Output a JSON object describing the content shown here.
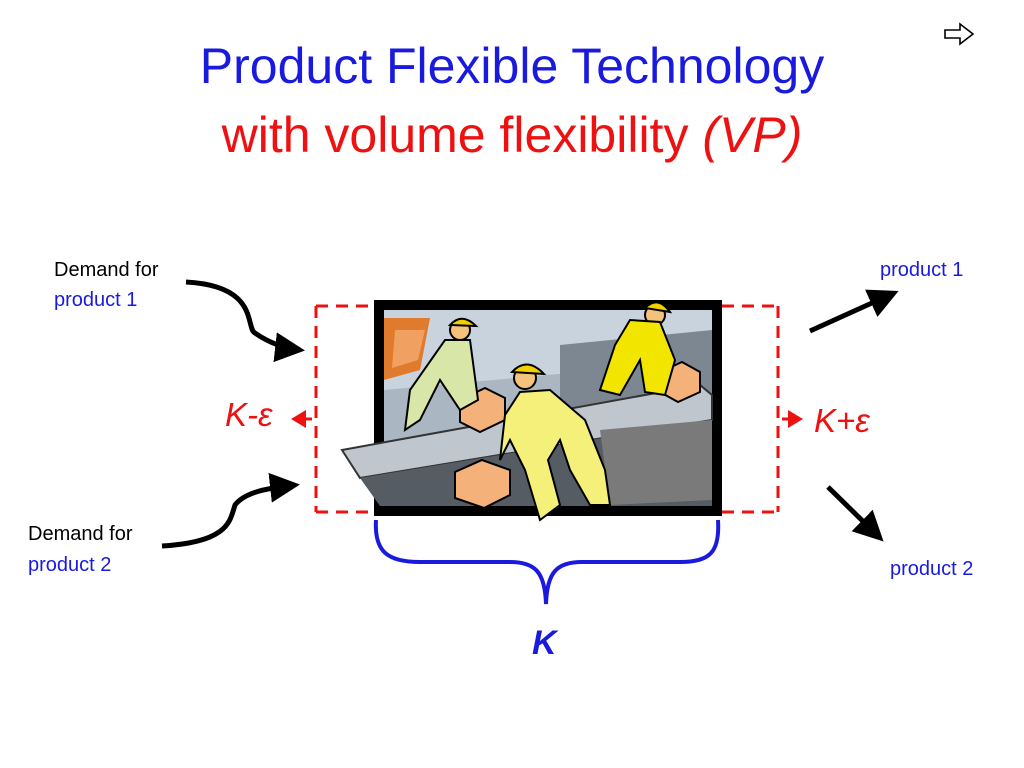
{
  "slide": {
    "title_line1": "Product Flexible Technology",
    "title_line2_prefix": "with volume flexibility",
    "title_line2_emphasis": "(VP)"
  },
  "inputs": {
    "demand1_line1": "Demand for",
    "demand1_line2": "product 1",
    "demand2_line1": "Demand for",
    "demand2_line2": "product 2"
  },
  "outputs": {
    "product1": "product 1",
    "product2": "product 2"
  },
  "capacity": {
    "lower": "K-ε",
    "upper": "K+ε",
    "main": "K"
  },
  "icons": {
    "nav": "right-arrow-outline-icon",
    "clipart": "workers-conveyor-clipart"
  },
  "colors": {
    "title_blue": "#1a1adf",
    "title_red": "#ee1111",
    "dashed_box": "#ee1111",
    "brace": "#1a1adf",
    "arrows": "#000000"
  }
}
